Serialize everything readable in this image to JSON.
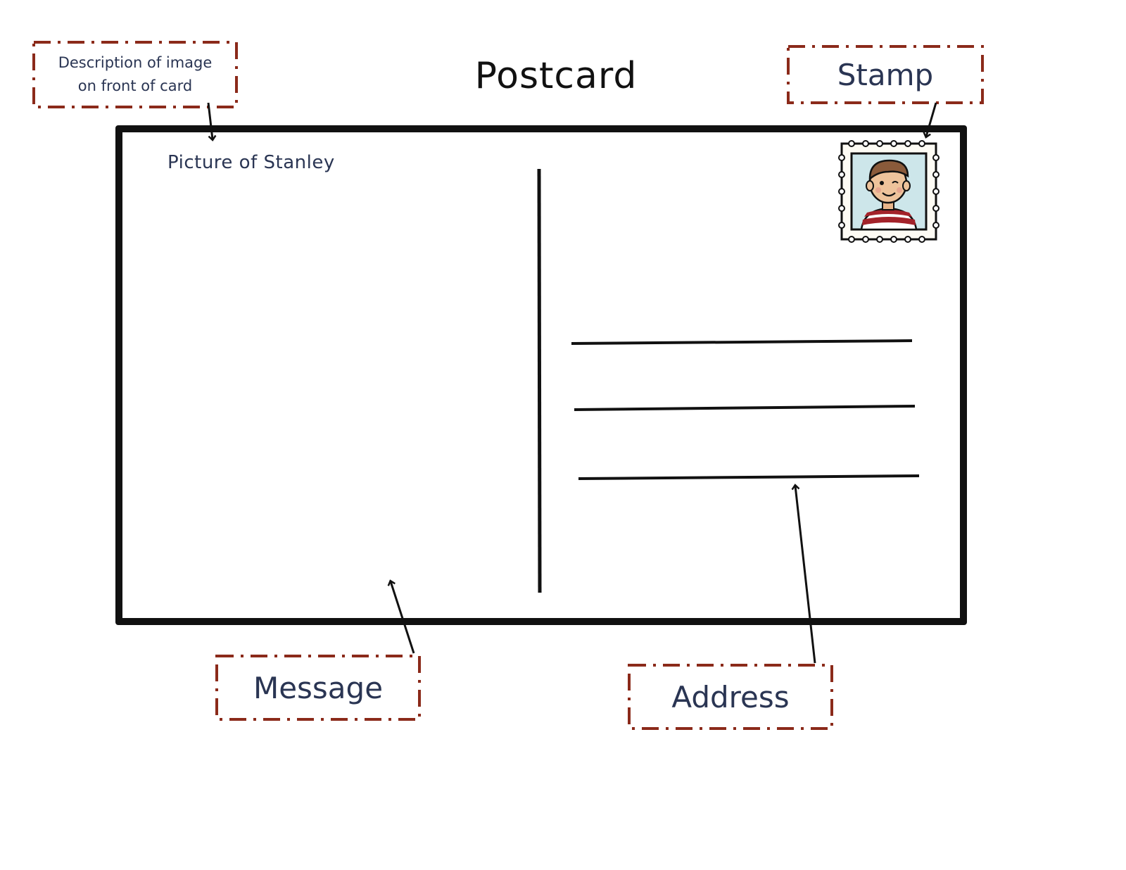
{
  "title": "Postcard",
  "callouts": {
    "description": "Description of image on front of card",
    "stamp": "Stamp",
    "message": "Message",
    "address": "Address"
  },
  "card": {
    "picture_label": "Picture of Stanley",
    "address_line_count": 3
  },
  "colors": {
    "callout_border": "#8b2a1a",
    "callout_text": "#2a3553",
    "card_border": "#111111",
    "stamp_background": "#cde6ea",
    "shirt_red": "#a3222a"
  }
}
